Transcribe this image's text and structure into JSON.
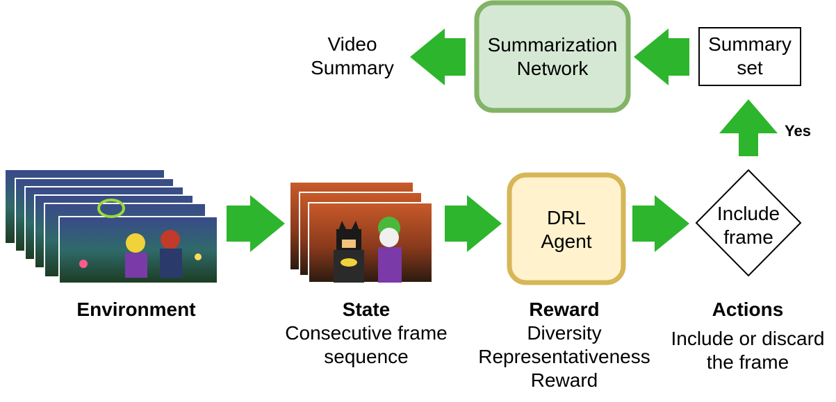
{
  "top": {
    "video_summary": [
      "Video",
      "Summary"
    ],
    "summarization_network": [
      "Summarization",
      "Network"
    ],
    "summary_set": [
      "Summary",
      "set"
    ],
    "yes_label": "Yes"
  },
  "middle": {
    "drl_agent": [
      "DRL",
      "Agent"
    ],
    "include_frame": [
      "Include",
      "frame"
    ]
  },
  "bottom": {
    "environment": {
      "title": "Environment"
    },
    "state": {
      "title": "State",
      "lines": [
        "Consecutive frame",
        "sequence"
      ]
    },
    "reward": {
      "title": "Reward",
      "lines": [
        "Diversity",
        "Representativeness",
        "Reward"
      ]
    },
    "actions": {
      "title": "Actions",
      "lines": [
        "Include or discard",
        "the frame"
      ]
    }
  },
  "colors": {
    "arrow_green": "#2db52d",
    "network_fill": "#d5e8d4",
    "network_border": "#82b366",
    "agent_fill": "#fff2cc",
    "agent_border": "#d6b656"
  },
  "icons": {
    "environment_frames": "movie-frames-stack-icon",
    "state_frames": "movie-frames-stack-icon"
  }
}
